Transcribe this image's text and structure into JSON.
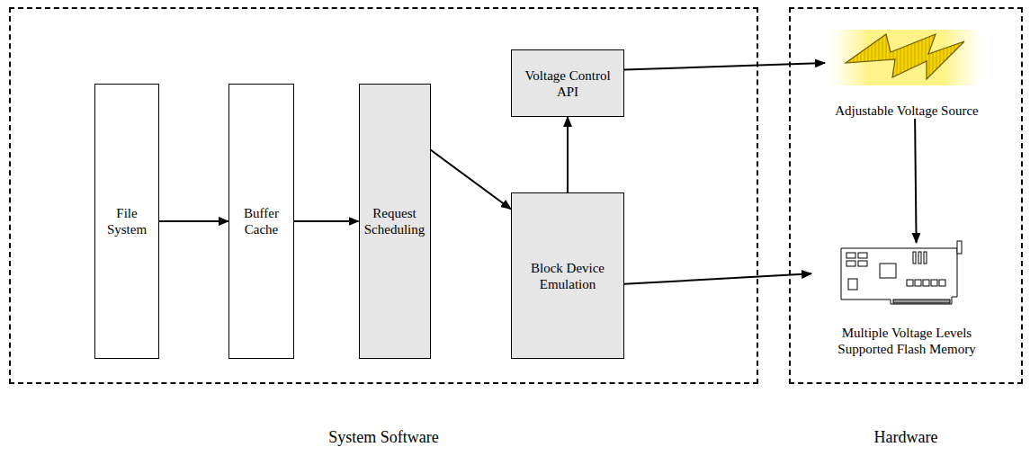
{
  "diagram": {
    "nodes": [
      {
        "text": [
          "System Software"
        ]
      },
      {
        "text": [
          "Hardware"
        ]
      },
      {
        "text": [
          "File System"
        ],
        "in": 0
      },
      {
        "text": [
          "Buffer Cache"
        ],
        "in": 0
      },
      {
        "text": [
          "Request Scheduling"
        ],
        "in": 0
      },
      {
        "text": [
          "Voltage Control API"
        ],
        "in": 0
      },
      {
        "text": [
          "Block Device Emulation"
        ],
        "in": 0
      },
      {
        "text": [
          "Adjustable Voltage Source"
        ],
        "in": 1
      },
      {
        "text": [
          "Multiple Voltage Levels Supported Flash Memory"
        ],
        "in": 1
      }
    ],
    "edges": [
      {
        "from": 2,
        "to": 3,
        "arrow": "to"
      },
      {
        "from": 3,
        "to": 4,
        "arrow": "to"
      },
      {
        "from": 4,
        "to": 6,
        "arrow": "to"
      },
      {
        "from": 6,
        "to": 5,
        "arrow": "to"
      },
      {
        "from": 5,
        "to": 7,
        "arrow": "to"
      },
      {
        "from": 7,
        "to": 8,
        "arrow": "to"
      },
      {
        "from": 6,
        "to": 8,
        "arrow": "to"
      }
    ]
  }
}
